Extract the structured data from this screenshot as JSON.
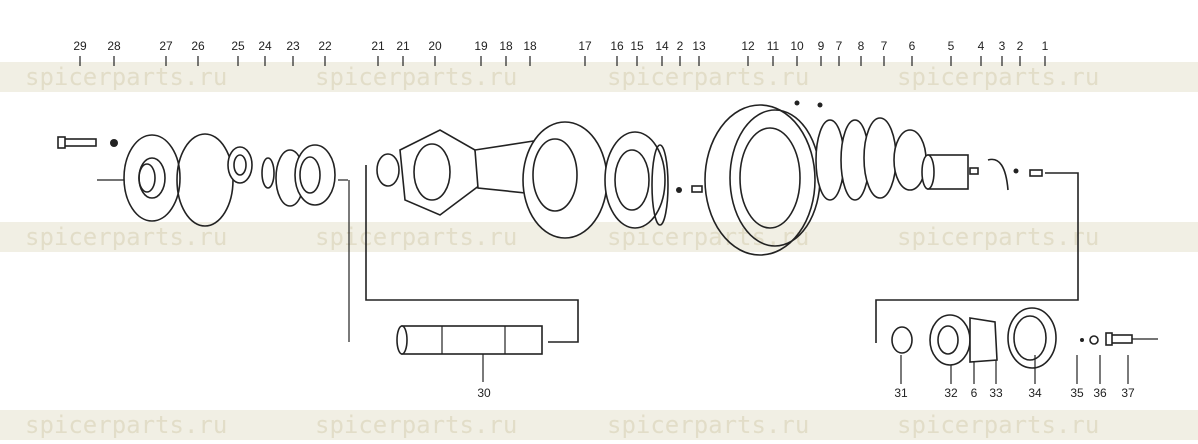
{
  "watermark": "spicerparts.ru",
  "top_labels": [
    "29",
    "28",
    "27",
    "26",
    "25",
    "24",
    "23",
    "22",
    "21",
    "21",
    "20",
    "19",
    "18",
    "18",
    "17",
    "16",
    "15",
    "14",
    "2",
    "13",
    "12",
    "11",
    "10",
    "9",
    "7",
    "8",
    "7",
    "6",
    "5",
    "4",
    "3",
    "2",
    "1"
  ],
  "shaft_label": "30",
  "bottom_labels": [
    "31",
    "32",
    "6",
    "33",
    "34",
    "35",
    "36",
    "37"
  ]
}
